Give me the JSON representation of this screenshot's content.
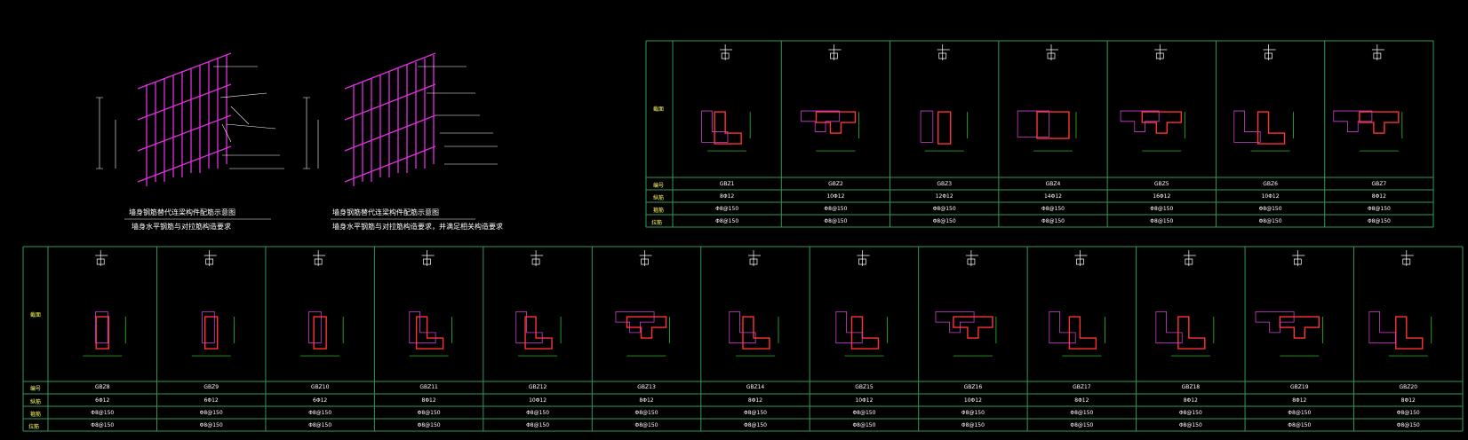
{
  "diagram_left": {
    "caption_line1": "墙身钢筋替代连梁构件配筋示意图",
    "caption_line2": "墙身水平钢筋与对拉筋构造要求"
  },
  "diagram_right": {
    "caption_line1": "墙身钢筋替代连梁构件配筋示意图",
    "caption_line2": "墙身水平钢筋与对拉筋构造要求，并满足相关构造要求"
  },
  "top_table": {
    "row_labels": [
      "截面",
      "编号",
      "纵筋",
      "箍筋",
      "拉筋"
    ],
    "columns": [
      {
        "id": "GBZ1",
        "longitudinal": "8Φ12",
        "stirrup": "Φ8@150",
        "tie": "Φ8@150"
      },
      {
        "id": "GBZ2",
        "longitudinal": "10Φ12",
        "stirrup": "Φ8@150",
        "tie": "Φ8@150"
      },
      {
        "id": "GBZ3",
        "longitudinal": "12Φ12",
        "stirrup": "Φ8@150",
        "tie": "Φ8@150"
      },
      {
        "id": "GBZ4",
        "longitudinal": "14Φ12",
        "stirrup": "Φ8@150",
        "tie": "Φ8@150"
      },
      {
        "id": "GBZ5",
        "longitudinal": "16Φ12",
        "stirrup": "Φ8@150",
        "tie": "Φ8@150"
      },
      {
        "id": "GBZ6",
        "longitudinal": "10Φ12",
        "stirrup": "Φ8@150",
        "tie": "Φ8@150"
      },
      {
        "id": "GBZ7",
        "longitudinal": "8Φ12",
        "stirrup": "Φ8@150",
        "tie": "Φ8@150"
      }
    ]
  },
  "bottom_table": {
    "row_labels": [
      "截面",
      "编号",
      "纵筋",
      "箍筋",
      "拉筋"
    ],
    "columns": [
      {
        "id": "GBZ8",
        "longitudinal": "6Φ12",
        "stirrup": "Φ8@150",
        "tie": "Φ8@150"
      },
      {
        "id": "GBZ9",
        "longitudinal": "6Φ12",
        "stirrup": "Φ8@150",
        "tie": "Φ8@150"
      },
      {
        "id": "GBZ10",
        "longitudinal": "6Φ12",
        "stirrup": "Φ8@150",
        "tie": "Φ8@150"
      },
      {
        "id": "GBZ11",
        "longitudinal": "8Φ12",
        "stirrup": "Φ8@150",
        "tie": "Φ8@150"
      },
      {
        "id": "GBZ12",
        "longitudinal": "10Φ12",
        "stirrup": "Φ8@150",
        "tie": "Φ8@150"
      },
      {
        "id": "GBZ13",
        "longitudinal": "8Φ12",
        "stirrup": "Φ8@150",
        "tie": "Φ8@150"
      },
      {
        "id": "GBZ14",
        "longitudinal": "8Φ12",
        "stirrup": "Φ8@150",
        "tie": "Φ8@150"
      },
      {
        "id": "GBZ15",
        "longitudinal": "10Φ12",
        "stirrup": "Φ8@150",
        "tie": "Φ8@150"
      },
      {
        "id": "GBZ16",
        "longitudinal": "10Φ12",
        "stirrup": "Φ8@150",
        "tie": "Φ8@150"
      },
      {
        "id": "GBZ17",
        "longitudinal": "8Φ12",
        "stirrup": "Φ8@150",
        "tie": "Φ8@150"
      },
      {
        "id": "GBZ18",
        "longitudinal": "8Φ12",
        "stirrup": "Φ8@150",
        "tie": "Φ8@150"
      },
      {
        "id": "GBZ19",
        "longitudinal": "8Φ12",
        "stirrup": "Φ8@150",
        "tie": "Φ8@150"
      },
      {
        "id": "GBZ20",
        "longitudinal": "8Φ12",
        "stirrup": "Φ8@150",
        "tie": "Φ8@150"
      }
    ]
  }
}
